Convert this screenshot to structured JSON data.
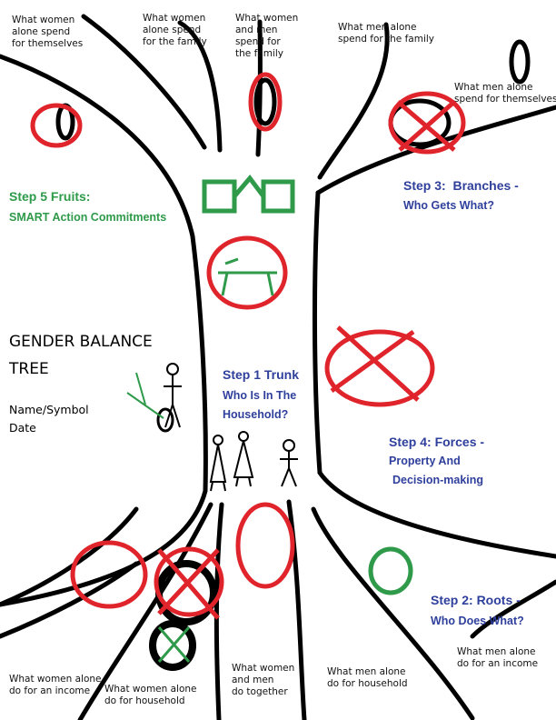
{
  "title": {
    "line1": "GENDER BALANCE",
    "line2": "TREE"
  },
  "meta": {
    "name_label": "Name/Symbol",
    "date_label": "Date"
  },
  "steps": {
    "step1": {
      "title": "Step 1 Trunk",
      "line2": "Who Is In The",
      "line3": "Household?"
    },
    "step2": {
      "title": "Step 2: Roots -",
      "subtitle": "Who Does What?"
    },
    "step3": {
      "title": "Step 3:  Branches -",
      "subtitle": "Who Gets What?"
    },
    "step4": {
      "title": "Step 4: Forces -",
      "line2": "Property And",
      "line3": "Decision-making"
    },
    "step5": {
      "title": "Step 5 Fruits:",
      "subtitle": "SMART Action Commitments"
    }
  },
  "branches": [
    "What women\nalone spend\nfor themselves",
    "What women\nalone spend\nfor the family",
    "What women\nand men\nspend for\nthe family",
    "What men alone\nspend for the family",
    "What men alone\nspend for themselves"
  ],
  "roots": [
    "What women alone\ndo for an income",
    "What women alone\ndo for household",
    "What women\nand men\ndo together",
    "What men alone\ndo for household",
    "What men alone\ndo for an income"
  ],
  "colors": {
    "green": "#2e9a4a",
    "blue": "#2f3f9c",
    "red": "#e0242b",
    "black": "#000000"
  }
}
